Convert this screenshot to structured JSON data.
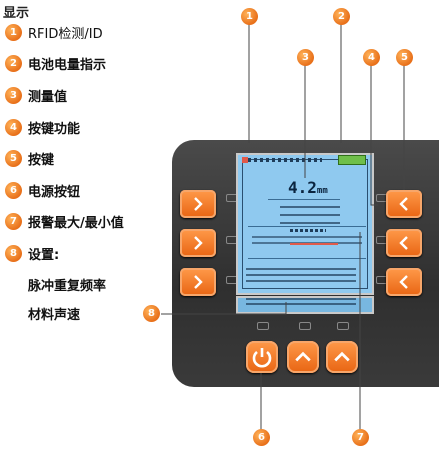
{
  "title": "显示",
  "legend": [
    {
      "num": "1",
      "label": "RFID检测/ID"
    },
    {
      "num": "2",
      "label": "电池电量指示"
    },
    {
      "num": "3",
      "label": "测量值"
    },
    {
      "num": "4",
      "label": "按键功能"
    },
    {
      "num": "5",
      "label": "按键"
    },
    {
      "num": "6",
      "label": "电源按钮"
    },
    {
      "num": "7",
      "label": "报警最大/最小值"
    },
    {
      "num": "8",
      "label": "设置:"
    }
  ],
  "settings_items": [
    "脉冲重复频率",
    "材料声速"
  ],
  "lcd": {
    "reading_value": "4.2",
    "reading_unit": "mm"
  },
  "callouts": {
    "c1": "1",
    "c2": "2",
    "c3": "3",
    "c4": "4",
    "c5": "5",
    "c6": "6",
    "c7": "7",
    "c8": "8"
  },
  "colors": {
    "accent": "#e8701a",
    "lcd": "#8fc9ef",
    "device": "#3a3a3a"
  }
}
